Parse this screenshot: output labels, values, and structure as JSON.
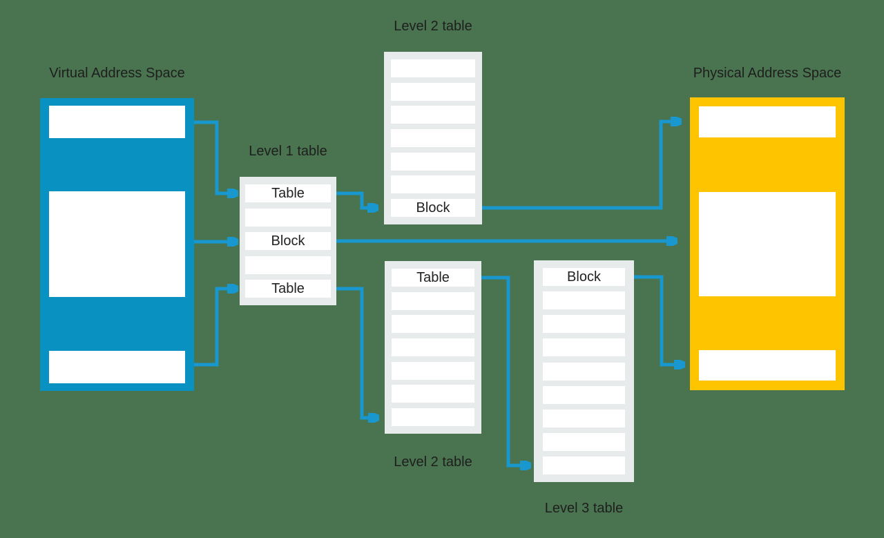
{
  "colors": {
    "background": "#4a744f",
    "virtual_box": "#0991c1",
    "physical_box": "#ffc400",
    "table_background": "#e7ebeb",
    "row_background": "#ffffff",
    "arrow": "#1898ce",
    "text": "#1e1e1e"
  },
  "virtual_address_space": {
    "title": "Virtual Address Space"
  },
  "physical_address_space": {
    "title": "Physical Address Space"
  },
  "tables": {
    "level1": {
      "label": "Level 1 table",
      "rows": [
        "Table",
        "",
        "Block",
        "",
        "Table"
      ]
    },
    "level2_top": {
      "label": "Level 2 table",
      "rows": [
        "",
        "",
        "",
        "",
        "",
        "",
        "Block"
      ]
    },
    "level2_bottom": {
      "label": "Level 2 table",
      "rows": [
        "Table",
        "",
        "",
        "",
        "",
        "",
        ""
      ]
    },
    "level3": {
      "label": "Level 3 table",
      "rows": [
        "Block",
        "",
        "",
        "",
        "",
        "",
        "",
        "",
        ""
      ]
    }
  }
}
